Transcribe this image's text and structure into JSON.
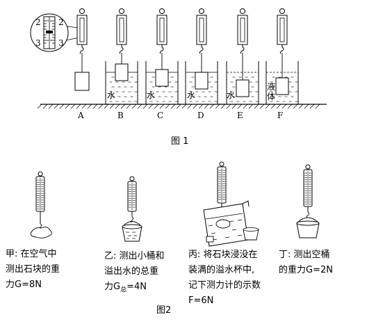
{
  "figure1": {
    "caption": "图 1",
    "dial_ticks": [
      "2",
      "2",
      "3",
      "3"
    ],
    "stations": [
      "A",
      "B",
      "C",
      "D",
      "E",
      "F"
    ],
    "liquid_labels": {
      "water": "水",
      "liquid_top": "液",
      "liquid_bottom": "体"
    }
  },
  "figure2": {
    "caption": "图2",
    "panels": [
      {
        "lines": [
          "甲: 在空气中",
          "测出石块的重",
          "力G=8N"
        ]
      },
      {
        "lines": [
          "乙: 测出小桶和",
          "溢出水的总重"
        ],
        "last_prefix": "力G",
        "last_sub": "总",
        "last_suffix": "=4N"
      },
      {
        "lines": [
          "丙: 将石块浸没在",
          "装满的溢水杯中,",
          "记下测力计的示数",
          "F=6N"
        ]
      },
      {
        "lines": [
          "丁: 测出空桶",
          "的重力G=2N"
        ]
      }
    ]
  }
}
